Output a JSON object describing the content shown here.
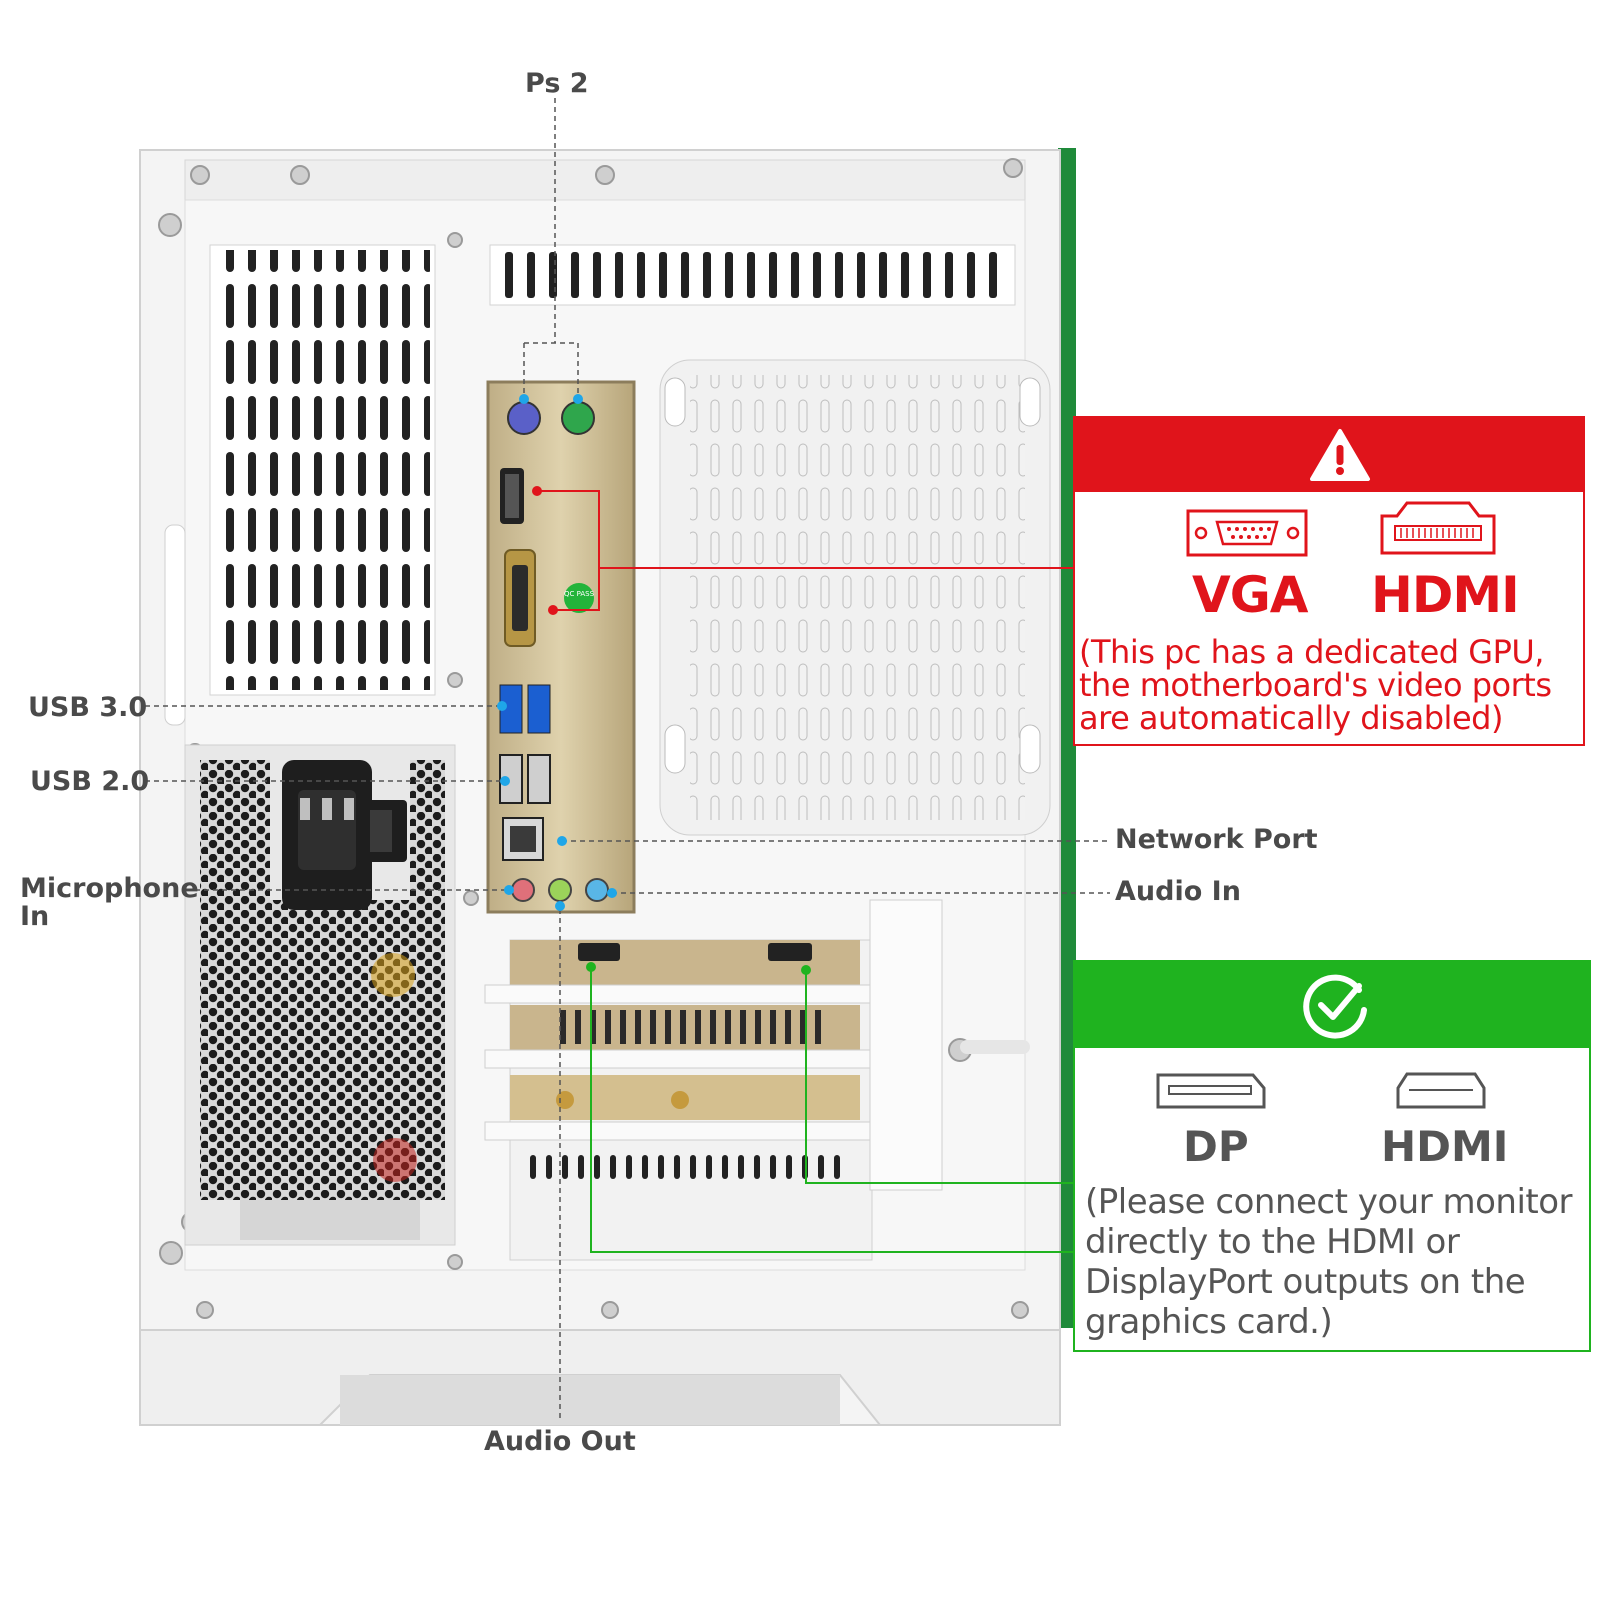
{
  "labels": {
    "ps2": "Ps 2",
    "usb30": "USB 3.0",
    "usb20": "USB 2.0",
    "microphone_in": "Microphone In",
    "network_port": "Network Port",
    "audio_in": "Audio In",
    "audio_out": "Audio Out"
  },
  "warning_panel": {
    "icon": "warning-triangle-icon",
    "color": "#e0141b",
    "ports": [
      "VGA",
      "HDMI"
    ],
    "note": "(This pc has a dedicated GPU, the motherboard's video ports are automatically disabled)"
  },
  "ok_panel": {
    "icon": "check-circle-icon",
    "color": "#1fb31f",
    "ports": [
      "DP",
      "HDMI"
    ],
    "note": "(Please connect your monitor directly to the HDMI or DisplayPort outputs on the graphics card.)"
  },
  "qc_sticker": "QC PASS"
}
